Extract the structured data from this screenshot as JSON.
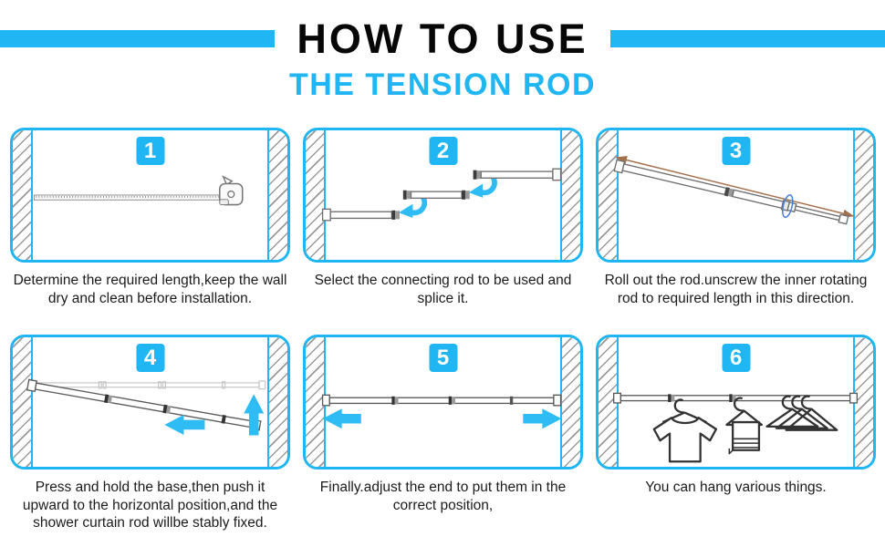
{
  "header": {
    "title": "HOW TO USE",
    "subtitle": "THE TENSION ROD"
  },
  "steps": [
    {
      "number": "1",
      "caption": "Determine the required length,keep the wall dry and clean before installation.",
      "illustration": "measuring-tape-against-wall"
    },
    {
      "number": "2",
      "caption": "Select the connecting rod to be used and splice it.",
      "illustration": "three-rod-segments-with-rotate-arrows"
    },
    {
      "number": "3",
      "caption": "Roll out the rod.unscrew the inner rotating rod to required length in this direction.",
      "illustration": "diagonal-rod-unscrew-direction-arrow"
    },
    {
      "number": "4",
      "caption": "Press and hold the base,then push it upward to the horizontal position,and the shower curtain rod willbe stably fixed.",
      "illustration": "rod-pushed-up-to-horizontal"
    },
    {
      "number": "5",
      "caption": "Finally.adjust the end to put them in the correct position,",
      "illustration": "rod-ends-adjust-outward-arrows"
    },
    {
      "number": "6",
      "caption": "You can hang various things.",
      "illustration": "rod-with-tshirt-towel-hangers"
    }
  ],
  "icons": [
    "measuring-tape-icon",
    "rotate-arrow-icon",
    "extend-double-arrow-icon",
    "up-arrow-icon",
    "left-arrow-icon",
    "right-arrow-icon",
    "tshirt-icon",
    "towel-icon",
    "hanger-icon",
    "wall-hatch-texture"
  ],
  "colors": {
    "accent_cyan": "#1FB6F3",
    "arrow_cyan": "#2FBCF4",
    "arrow_brown": "#A5714D",
    "line_gray": "#777777",
    "ghost_gray": "#C9C9C9",
    "text": "#1B1B1B"
  }
}
